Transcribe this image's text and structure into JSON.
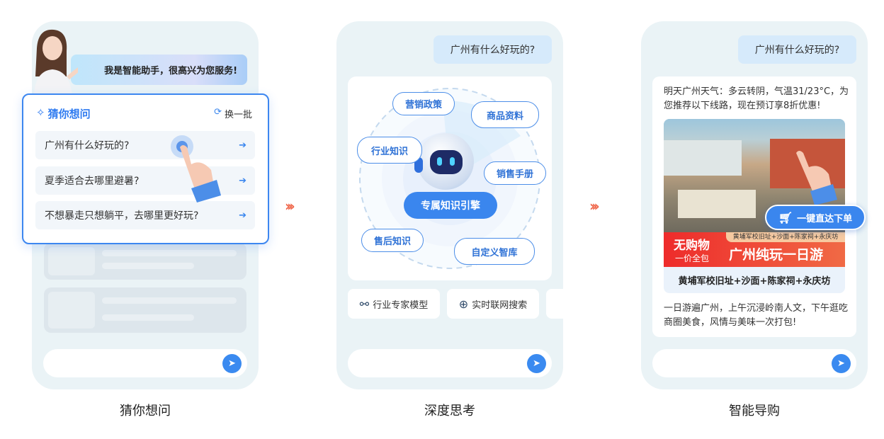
{
  "panels": [
    {
      "caption": "猜你想问"
    },
    {
      "caption": "深度思考"
    },
    {
      "caption": "智能导购"
    }
  ],
  "panel1": {
    "greeting": "我是智能助手，很高兴为您服务!",
    "card_title": "猜你想问",
    "refresh_label": "换一批",
    "questions": [
      "广州有什么好玩的?",
      "夏季适合去哪里避暑?",
      "不想暴走只想躺平，去哪里更好玩?"
    ]
  },
  "panel2": {
    "question": "广州有什么好玩的?",
    "center_label": "专属知识引擎",
    "tags": [
      "营销政策",
      "商品资料",
      "行业知识",
      "销售手册",
      "售后知识",
      "自定义智库"
    ],
    "chips": [
      "行业专家模型",
      "实时联网搜索"
    ]
  },
  "panel3": {
    "question": "广州有什么好玩的?",
    "intro": "明天广州天气：多云转阴，气温31/23°C，为您推荐以下线路，现在预订享8折优惠!",
    "banner_left_big": "无购物",
    "banner_left_small": "一价全包",
    "banner_subtitle": "黄埔军校旧址+沙面+陈家祠+永庆坊",
    "banner_title": "广州纯玩一日游",
    "route": "黄埔军校旧址+沙面+陈家祠+永庆坊",
    "order_button": "一键直达下单",
    "description": "一日游遍广州，上午沉浸岭南人文，下午逛吃商圈美食，风情与美味一次打包!"
  },
  "colors": {
    "accent": "#3a8af0",
    "panel_bg": "#eaf3f6",
    "arrow": "#f06a4f"
  }
}
